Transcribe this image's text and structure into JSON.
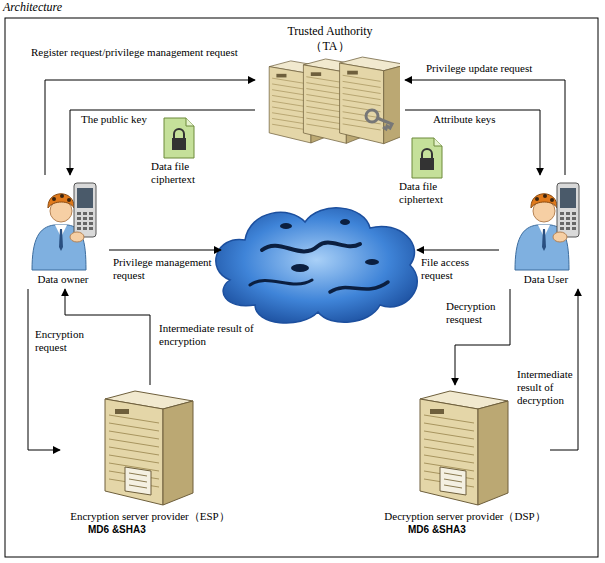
{
  "diagram": {
    "nodes": [
      {
        "text": [
          "Trusted Authority （TA）"
        ]
      },
      {
        "text": [
          "Data owner"
        ]
      },
      {
        "text": [
          "Data User"
        ]
      },
      {
        "text": [
          "Encryption server provider（ESP）",
          "MD6 &SHA3"
        ]
      },
      {
        "text": [
          "Decryption server provider（DSP）",
          "MD6 &SHA3"
        ]
      }
    ],
    "edges": [
      {
        "from": 1,
        "to": 0,
        "arrow": "to",
        "label": "Register request/privilege management request"
      },
      {
        "from": 0,
        "to": 1,
        "arrow": "to",
        "label": "The public key"
      },
      {
        "from": 2,
        "to": 0,
        "arrow": "to",
        "label": "Privilege update request"
      },
      {
        "from": 0,
        "to": 2,
        "arrow": "to",
        "label": "Attribute keys"
      },
      {
        "from": 1,
        "to": 3,
        "arrow": "to",
        "label": "Encryption request"
      },
      {
        "from": 3,
        "to": 1,
        "arrow": "to",
        "label": "Intermediate result of encryption"
      },
      {
        "from": 2,
        "to": 4,
        "arrow": "to",
        "label": "Decryption resquest"
      },
      {
        "from": 4,
        "to": 2,
        "arrow": "to",
        "label": "Intermediate result of decryption"
      }
    ],
    "labels": [
      "Architecture",
      "Data file ciphertext",
      "Data file ciphertext",
      "Privilege management request",
      "File access request"
    ]
  }
}
